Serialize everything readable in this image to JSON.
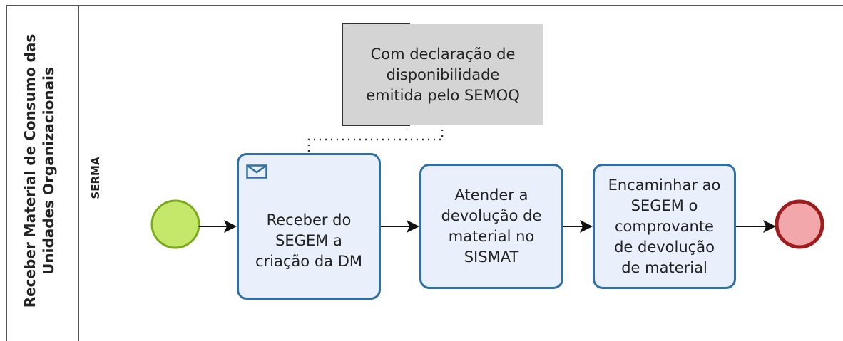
{
  "pool": {
    "label": "Receber Material de Consumo das\nUnidades Organizacionais"
  },
  "lane": {
    "label": "SERMA"
  },
  "annotation": {
    "text": "Com declaração de\ndisponibilidade\nemitida pelo SEMOQ"
  },
  "tasks": [
    {
      "label": "Receber do\nSEGEM a\ncriação da DM",
      "icon": "envelope-icon"
    },
    {
      "label": "Atender a\ndevolução de\nmaterial no\nSISMAT"
    },
    {
      "label": "Encaminhar ao\nSEGEM o\ncomprovante\nde devolução\nde material"
    }
  ],
  "events": {
    "start": {
      "type": "start-event",
      "color": "#c6e86a",
      "stroke": "#7aab1a"
    },
    "end": {
      "type": "end-event",
      "color": "#f2a7aa",
      "stroke": "#9e1c1c"
    }
  },
  "colors": {
    "task_fill": "#eaf0fb",
    "task_stroke": "#2d6fa6",
    "annotation_fill": "#d4d4d4"
  }
}
